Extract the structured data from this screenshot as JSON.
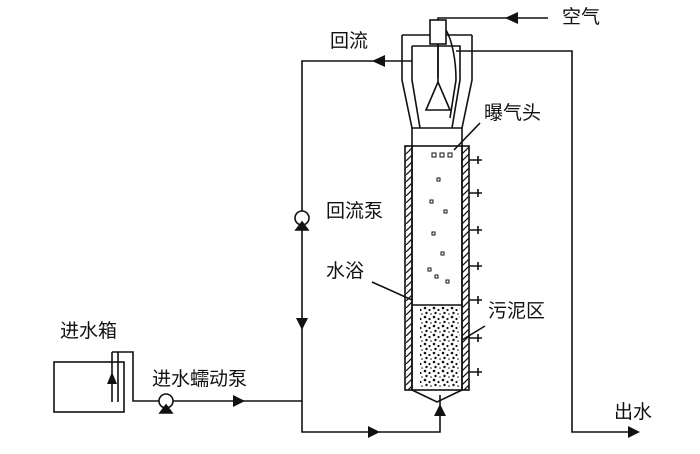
{
  "labels": {
    "air": "空气",
    "reflux": "回流",
    "aerator": "曝气头",
    "reflux_pump": "回流泵",
    "water_bath": "水浴",
    "sludge_zone": "污泥区",
    "inlet_tank": "进水箱",
    "inlet_pump": "进水蠕动泵",
    "outlet": "出水"
  },
  "colors": {
    "line": "#111111",
    "background": "#ffffff"
  }
}
